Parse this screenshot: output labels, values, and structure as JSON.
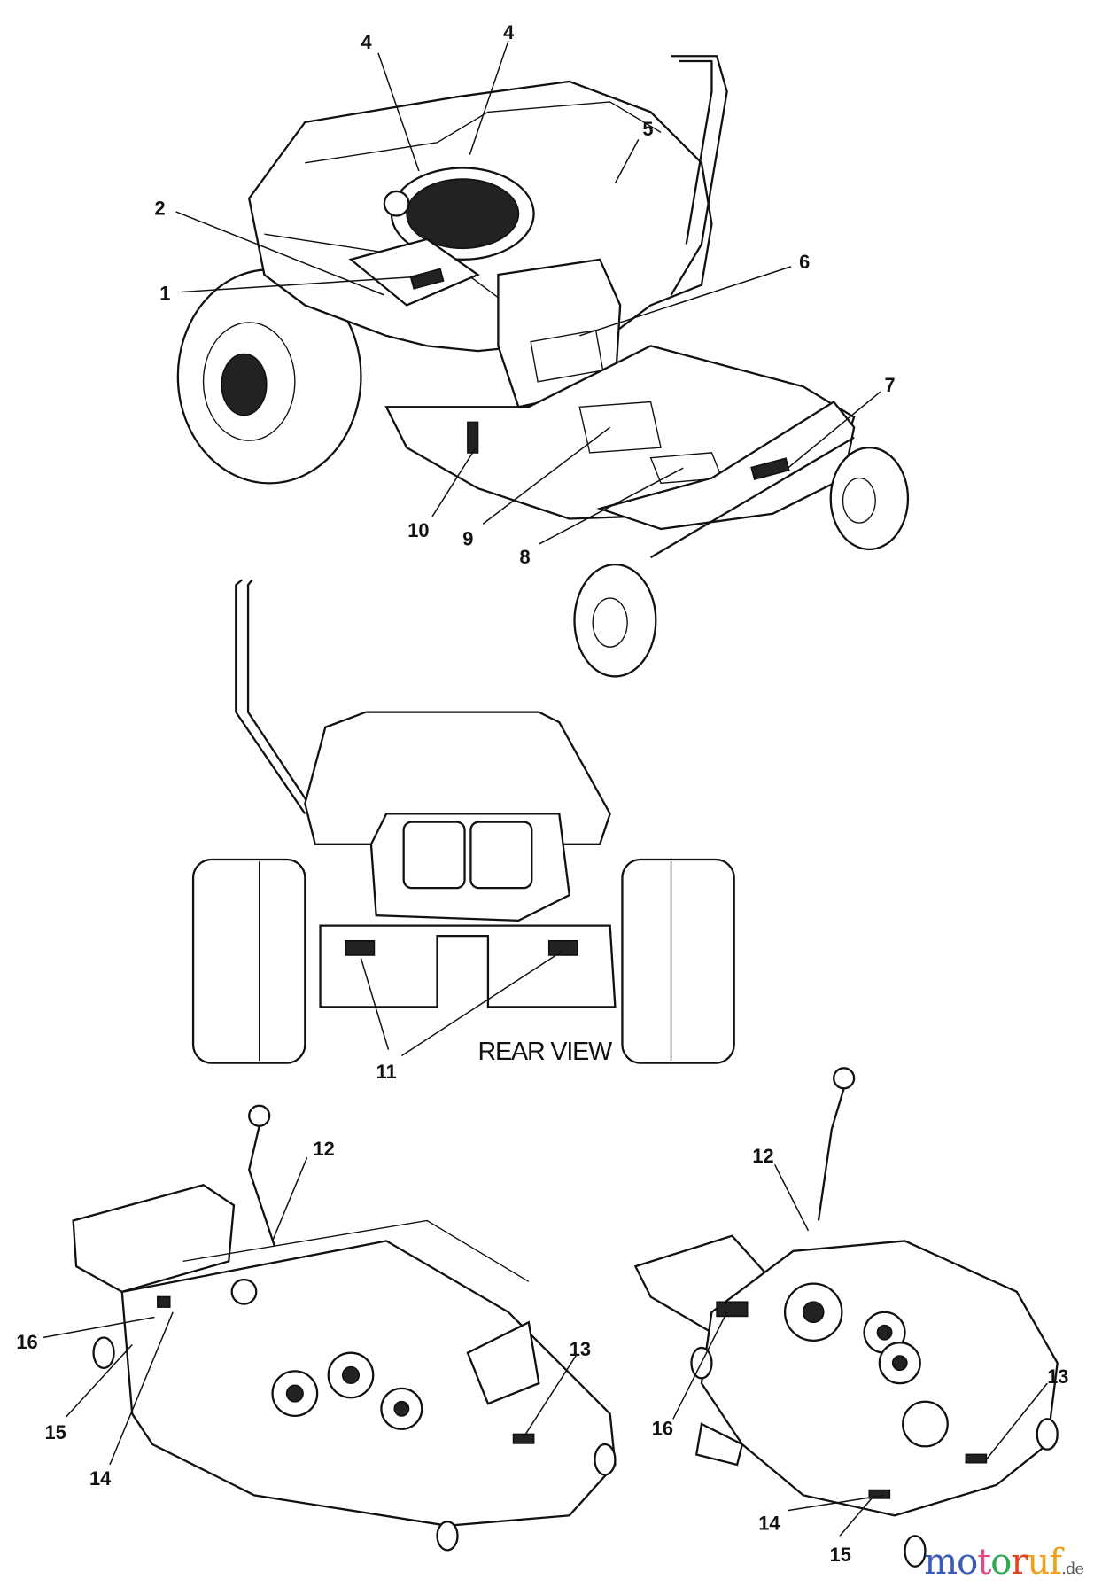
{
  "diagram": {
    "view_label": "REAR VIEW",
    "callouts_top": [
      "4",
      "4",
      "5",
      "2",
      "1",
      "6",
      "7",
      "10",
      "9",
      "8"
    ],
    "callouts_rear": [
      "11"
    ],
    "callouts_deck_left": [
      "12",
      "16",
      "13",
      "15",
      "14"
    ],
    "callouts_deck_right": [
      "12",
      "13",
      "16",
      "14",
      "15"
    ]
  },
  "watermark": {
    "text": "motoruf",
    "suffix": ".de",
    "colors": [
      "#3b5bb5",
      "#3b5bb5",
      "#e04a8a",
      "#2fa84f",
      "#e0431f",
      "#f0a01a",
      "#f0a01a"
    ]
  }
}
